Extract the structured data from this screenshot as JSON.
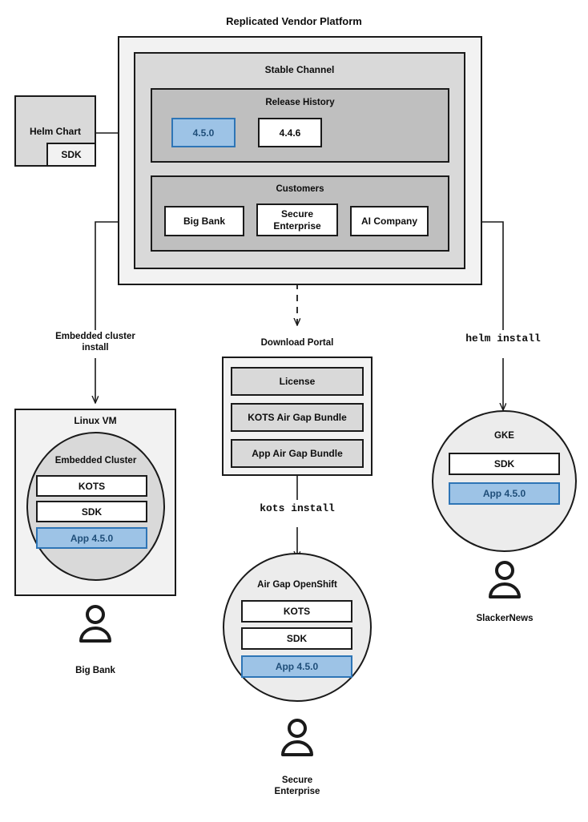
{
  "diagram": {
    "title": "Replicated Vendor Platform",
    "platform": {
      "stable_channel": {
        "title": "Stable Channel",
        "release_history": {
          "title": "Release History",
          "releases": [
            {
              "version": "4.5.0",
              "highlighted": true
            },
            {
              "version": "4.4.6",
              "highlighted": false
            }
          ]
        },
        "customers": {
          "title": "Customers",
          "items": [
            {
              "name": "Big Bank"
            },
            {
              "name": "Secure\nEnterprise",
              "line1": "Secure",
              "line2": "Enterprise"
            },
            {
              "name": "AI Company"
            }
          ]
        }
      }
    },
    "helm_chart": {
      "title": "Helm Chart",
      "sdk_label": "SDK"
    },
    "edges": [
      {
        "label_line1": "Embedded cluster",
        "label_line2": "install",
        "style": "solid"
      },
      {
        "label_line1": "kots install",
        "style": "mono"
      },
      {
        "label_line1": "helm install",
        "style": "mono"
      }
    ],
    "download_portal": {
      "title": "Download Portal",
      "artifacts": [
        "License",
        "KOTS Air Gap Bundle",
        "App Air Gap Bundle"
      ],
      "install_command": "kots install"
    },
    "targets": [
      {
        "id": "linux-vm",
        "outer_title": "Linux VM",
        "inner_title": "Embedded Cluster",
        "components": [
          {
            "label": "KOTS",
            "highlighted": false
          },
          {
            "label": "SDK",
            "highlighted": false
          },
          {
            "label": "App 4.5.0",
            "highlighted": true
          }
        ],
        "persona": "Big Bank"
      },
      {
        "id": "air-gap-openshift",
        "outer_title": "Air Gap OpenShift",
        "components": [
          {
            "label": "KOTS",
            "highlighted": false
          },
          {
            "label": "SDK",
            "highlighted": false
          },
          {
            "label": "App 4.5.0",
            "highlighted": true
          }
        ],
        "persona_line1": "Secure",
        "persona_line2": "Enterprise"
      },
      {
        "id": "gke",
        "outer_title": "GKE",
        "components": [
          {
            "label": "SDK",
            "highlighted": false
          },
          {
            "label": "App 4.5.0",
            "highlighted": true
          }
        ],
        "persona": "SlackerNews"
      }
    ],
    "commands": {
      "embedded_cluster_line1": "Embedded cluster",
      "embedded_cluster_line2": "install",
      "helm_install": "helm install",
      "kots_install": "kots install"
    },
    "colors": {
      "accent_blue_fill": "#9dc3e6",
      "accent_blue_border": "#2e75b6",
      "accent_blue_text": "#1f4e79",
      "stroke": "#1a1a1a",
      "layer1": "#f2f2f2",
      "layer2": "#d9d9d9",
      "layer3": "#bfbfbf"
    }
  }
}
